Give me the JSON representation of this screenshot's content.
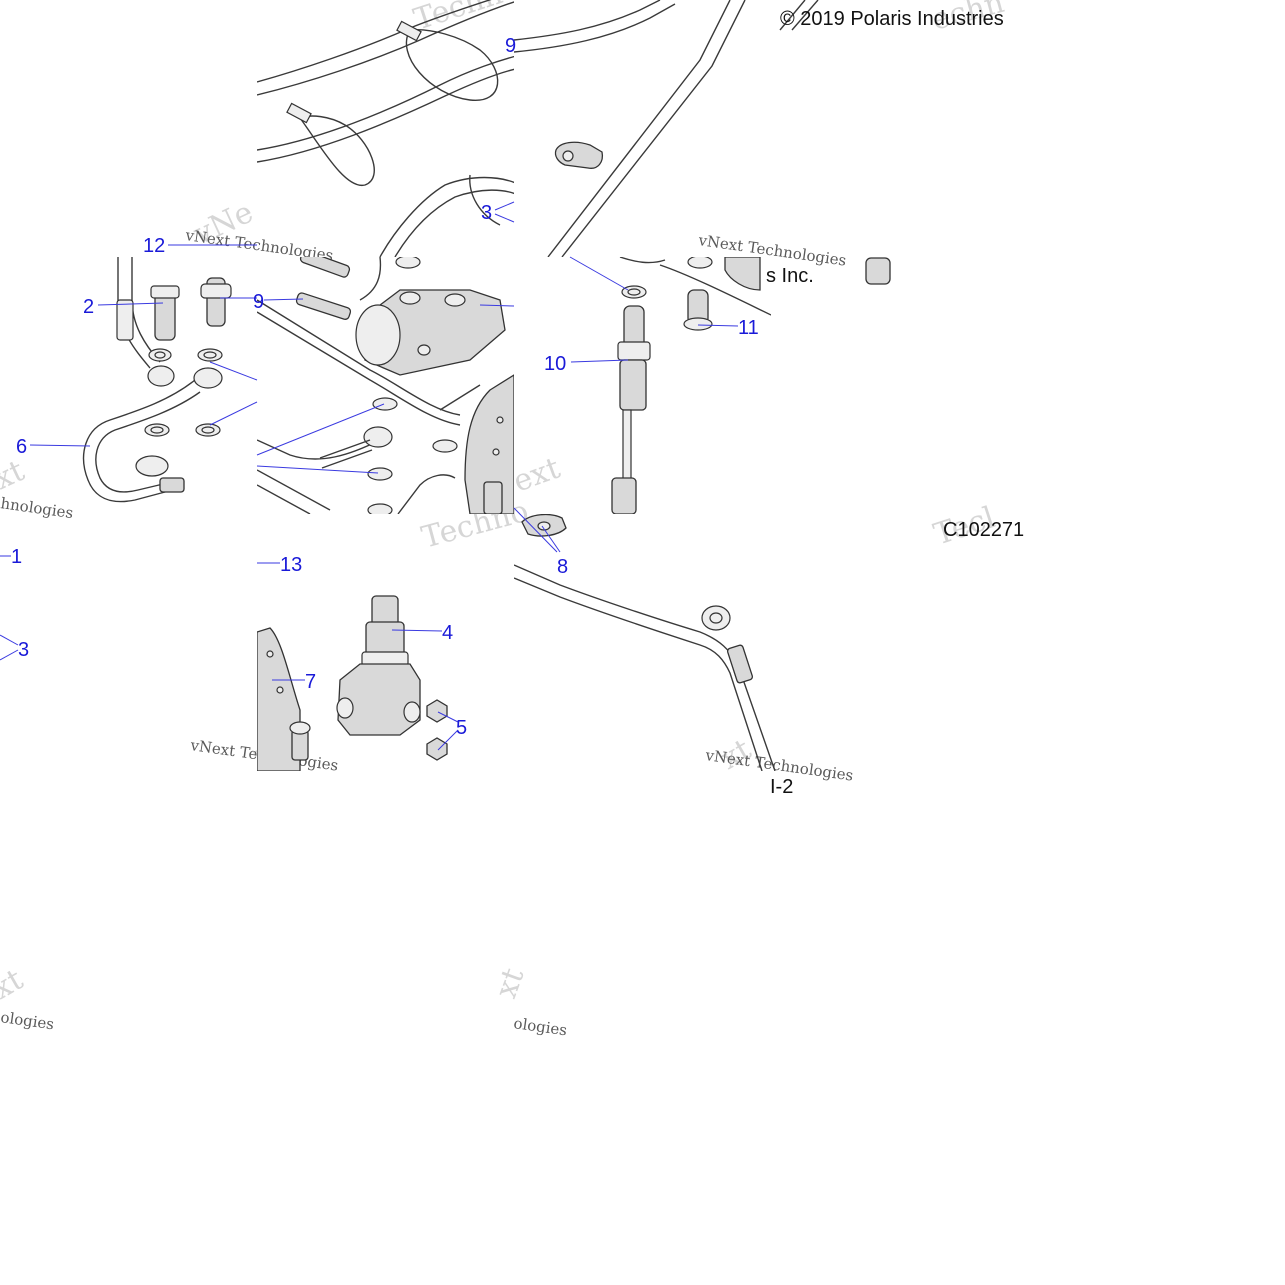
{
  "copyright": "© 2019 Polaris Industries",
  "copyright_fragment": "s Inc.",
  "drawing_number": "C102271",
  "ref_fragment": "I-2",
  "callouts": [
    {
      "id": "c12",
      "label": "12"
    },
    {
      "id": "c2",
      "label": "2"
    },
    {
      "id": "c9a",
      "label": "9"
    },
    {
      "id": "c9b",
      "label": "9"
    },
    {
      "id": "c3a",
      "label": "3"
    },
    {
      "id": "c6",
      "label": "6"
    },
    {
      "id": "c1",
      "label": "1"
    },
    {
      "id": "c3b",
      "label": "3"
    },
    {
      "id": "c13",
      "label": "13"
    },
    {
      "id": "c4",
      "label": "4"
    },
    {
      "id": "c7",
      "label": "7"
    },
    {
      "id": "c5",
      "label": "5"
    },
    {
      "id": "c10",
      "label": "10"
    },
    {
      "id": "c11",
      "label": "11"
    },
    {
      "id": "c8",
      "label": "8"
    }
  ],
  "watermark": {
    "brand_line": "vNext Technologies",
    "fragments": [
      "Techno",
      "vNe",
      "xt",
      "Techno",
      "hnologies",
      "ext",
      "Tec",
      "echn",
      "ologies",
      "Tecl"
    ],
    "color": "#d6d6d6"
  },
  "colors": {
    "callout": "#1a1ad8",
    "line_art": "#333333",
    "background": "#ffffff"
  }
}
